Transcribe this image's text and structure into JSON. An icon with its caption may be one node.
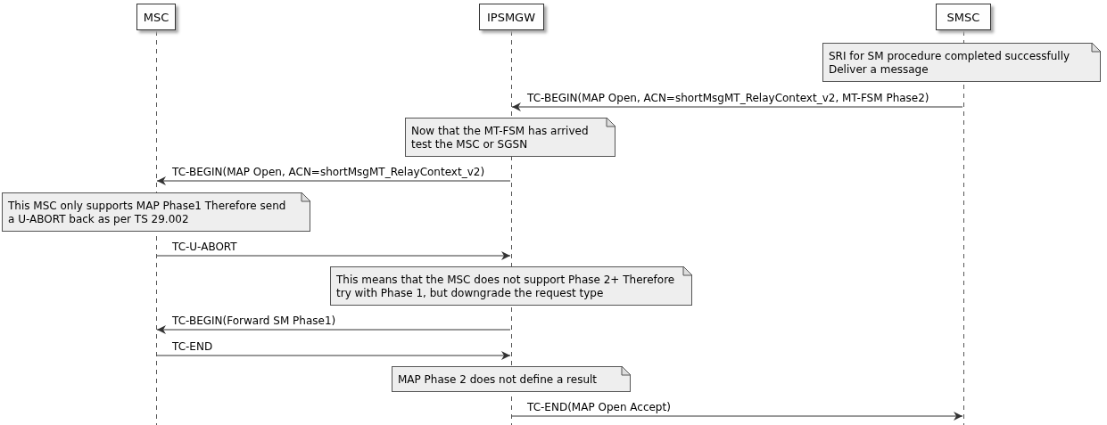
{
  "diagram": {
    "nodes": [
      {
        "text": [
          "MSC"
        ]
      },
      {
        "text": [
          "IPSMGW"
        ]
      },
      {
        "text": [
          "SMSC"
        ]
      },
      {
        "text": [
          "SRI for SM procedure completed successfully Deliver a message"
        ]
      },
      {
        "text": [
          "Now that the MT-FSM has arrived test the MSC or SGSN"
        ]
      },
      {
        "text": [
          "This MSC only supports MAP Phase1 Therefore send a U-ABORT back as per TS 29.002"
        ]
      },
      {
        "text": [
          "This means that the MSC does not support Phase 2+ Therefore try with Phase 1, but downgrade the request type"
        ]
      },
      {
        "text": [
          "MAP Phase 2 does not define a result"
        ]
      }
    ],
    "edges": [
      {
        "from": 2,
        "to": 1,
        "arrow": "to",
        "label": "TC-BEGIN(MAP Open, ACN=shortMsgMT_RelayContext_v2, MT-FSM Phase2)"
      },
      {
        "from": 1,
        "to": 0,
        "arrow": "to",
        "label": "TC-BEGIN(MAP Open, ACN=shortMsgMT_RelayContext_v2)"
      },
      {
        "from": 0,
        "to": 1,
        "arrow": "to",
        "label": "TC-U-ABORT"
      },
      {
        "from": 1,
        "to": 0,
        "arrow": "to",
        "label": "TC-BEGIN(Forward SM Phase1)"
      },
      {
        "from": 0,
        "to": 1,
        "arrow": "to",
        "label": "TC-END"
      },
      {
        "from": 1,
        "to": 2,
        "arrow": "to",
        "label": "TC-END(MAP Open Accept)"
      }
    ]
  }
}
